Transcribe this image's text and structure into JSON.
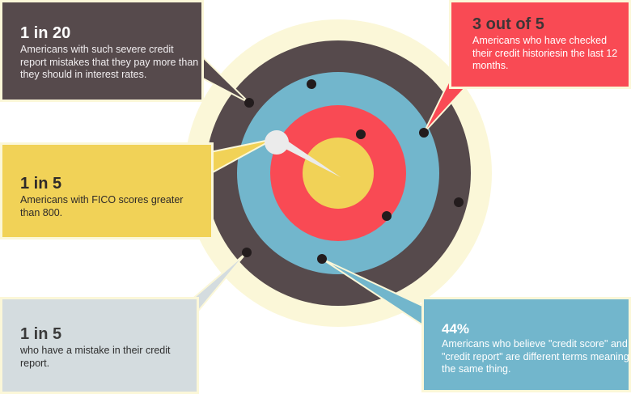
{
  "callouts": {
    "top_left": {
      "stat": "1 in 20",
      "text": "Americans with such severe credit report  mistakes that they pay more than they should in interest rates."
    },
    "top_right": {
      "stat": "3 out of 5",
      "text": "Americans who have checked their credit  historiesin the last 12 months."
    },
    "mid_left": {
      "stat": "1 in 5",
      "text": "Americans with FICO scores greater than 800."
    },
    "bottom_left": {
      "stat": "1 in 5",
      "text": "who have a mistake in their credit report."
    },
    "bottom_right": {
      "stat": "44%",
      "text": "Americans who believe \"credit score\" and \"credit report\" are different terms meaning the same thing."
    }
  },
  "colors": {
    "outer_ring": "#564a4c",
    "blue_ring": "#72b6cc",
    "red_ring": "#f94a54",
    "bullseye": "#f1d257",
    "halo": "#fbf7d8"
  }
}
